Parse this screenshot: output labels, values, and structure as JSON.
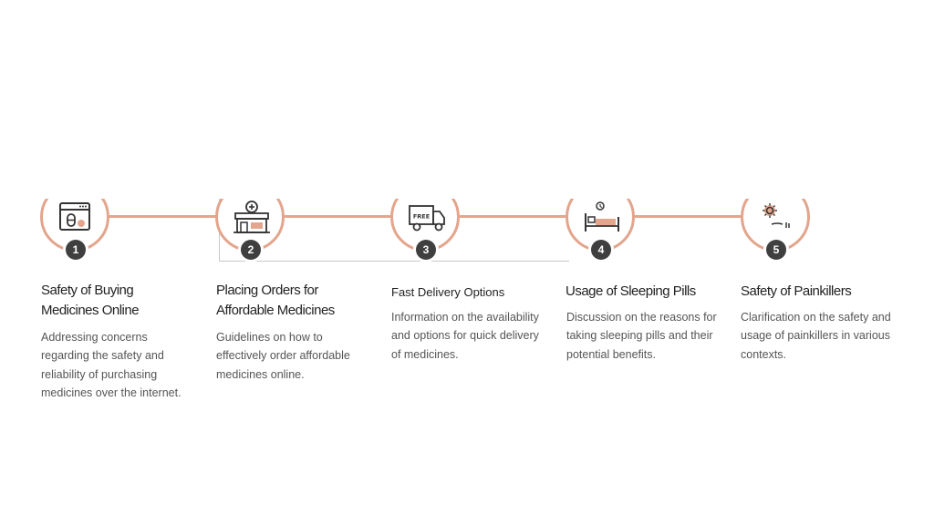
{
  "accent_color": "#e3a58c",
  "badge_color": "#3f3f3f",
  "steps": [
    {
      "number": "1",
      "icon": "browser-pill-icon",
      "title": "Safety of Buying Medicines Online",
      "description": "Addressing concerns regarding the safety and reliability of purchasing medicines over the internet."
    },
    {
      "number": "2",
      "icon": "pharmacy-store-icon",
      "title": "Placing Orders for Affordable Medicines",
      "description": "Guidelines on how to effectively order affordable medicines online."
    },
    {
      "number": "3",
      "icon": "free-delivery-truck-icon",
      "icon_text": "FREE",
      "title": "Fast Delivery Options",
      "description": "Information on the availability and options for quick delivery of medicines."
    },
    {
      "number": "4",
      "icon": "bed-clock-icon",
      "title": "Usage of Sleeping Pills",
      "description": "Discussion on the reasons for taking sleeping pills and their potential benefits."
    },
    {
      "number": "5",
      "icon": "virus-hand-icon",
      "title": "Safety of Painkillers",
      "description": "Clarification on the safety and usage of painkillers in various contexts."
    }
  ]
}
